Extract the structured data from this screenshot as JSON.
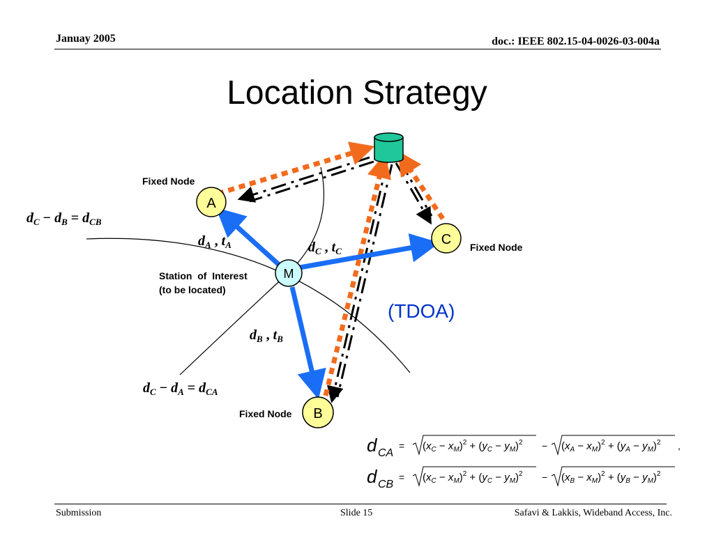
{
  "header": {
    "date": "Januay 2005",
    "doc": "doc.: IEEE 802.15-04-0026-03-004a"
  },
  "title": "Location Strategy",
  "footer": {
    "left": "Submission",
    "center": "Slide 15",
    "right": "Safavi & Lakkis, Wideband Access, Inc."
  },
  "nodes": {
    "a": {
      "letter": "A",
      "label": "Fixed Node"
    },
    "b": {
      "letter": "B",
      "label": "Fixed Node"
    },
    "c": {
      "letter": "C",
      "label": "Fixed Node"
    },
    "m": {
      "letter": "M",
      "label_line1": "Station  of  Interest",
      "label_line2": "(to be located)"
    }
  },
  "tdoa_label": "(TDOA)",
  "colors": {
    "node_fill": "#ffff99",
    "station_fill": "#ccffff",
    "arrow_blue": "#1a6ef5",
    "dotted_orange": "#f26b1d",
    "server_fill": "#1fc79a",
    "tdoa_text": "#0033cc"
  }
}
